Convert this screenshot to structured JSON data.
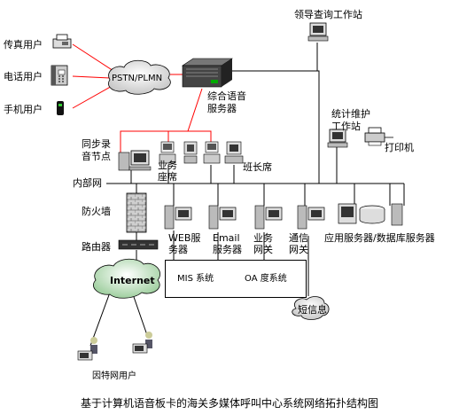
{
  "labels": {
    "fax_user": "传真用户",
    "phone_user": "电话用户",
    "mobile_user": "手机用户",
    "pstn": "PSTN/PLMN",
    "voice_server_l1": "综合语音",
    "voice_server_l2": "服务器",
    "leader_ws": "领导查询工作站",
    "stats_ws_l1": "统计维护",
    "stats_ws_l2": "工作站",
    "printer": "打印机",
    "sync_l1": "同步录",
    "sync_l2": "音节点",
    "agent_l1": "业务",
    "agent_l2": "座席",
    "supervisor": "班长席",
    "lan": "内部网",
    "firewall": "防火墙",
    "router": "路由器",
    "internet": "Internet",
    "web_l1": "WEB服",
    "web_l2": "务器",
    "email_l1": "Email",
    "email_l2": "服务器",
    "biz_gw_l1": "业务",
    "biz_gw_l2": "网关",
    "comm_gw_l1": "通信",
    "comm_gw_l2": "网关",
    "app_db": "应用服务器/数据库服务器",
    "mis": "MIS 系统",
    "oa": "OA 度系统",
    "sms": "短信息",
    "net_user": "因特网用户",
    "caption": "基于计算机语音板卡的海关多媒体呼叫中心系统网络拓扑结构图"
  },
  "colors": {
    "line": "#000000",
    "phone_line": "#ff0000"
  }
}
